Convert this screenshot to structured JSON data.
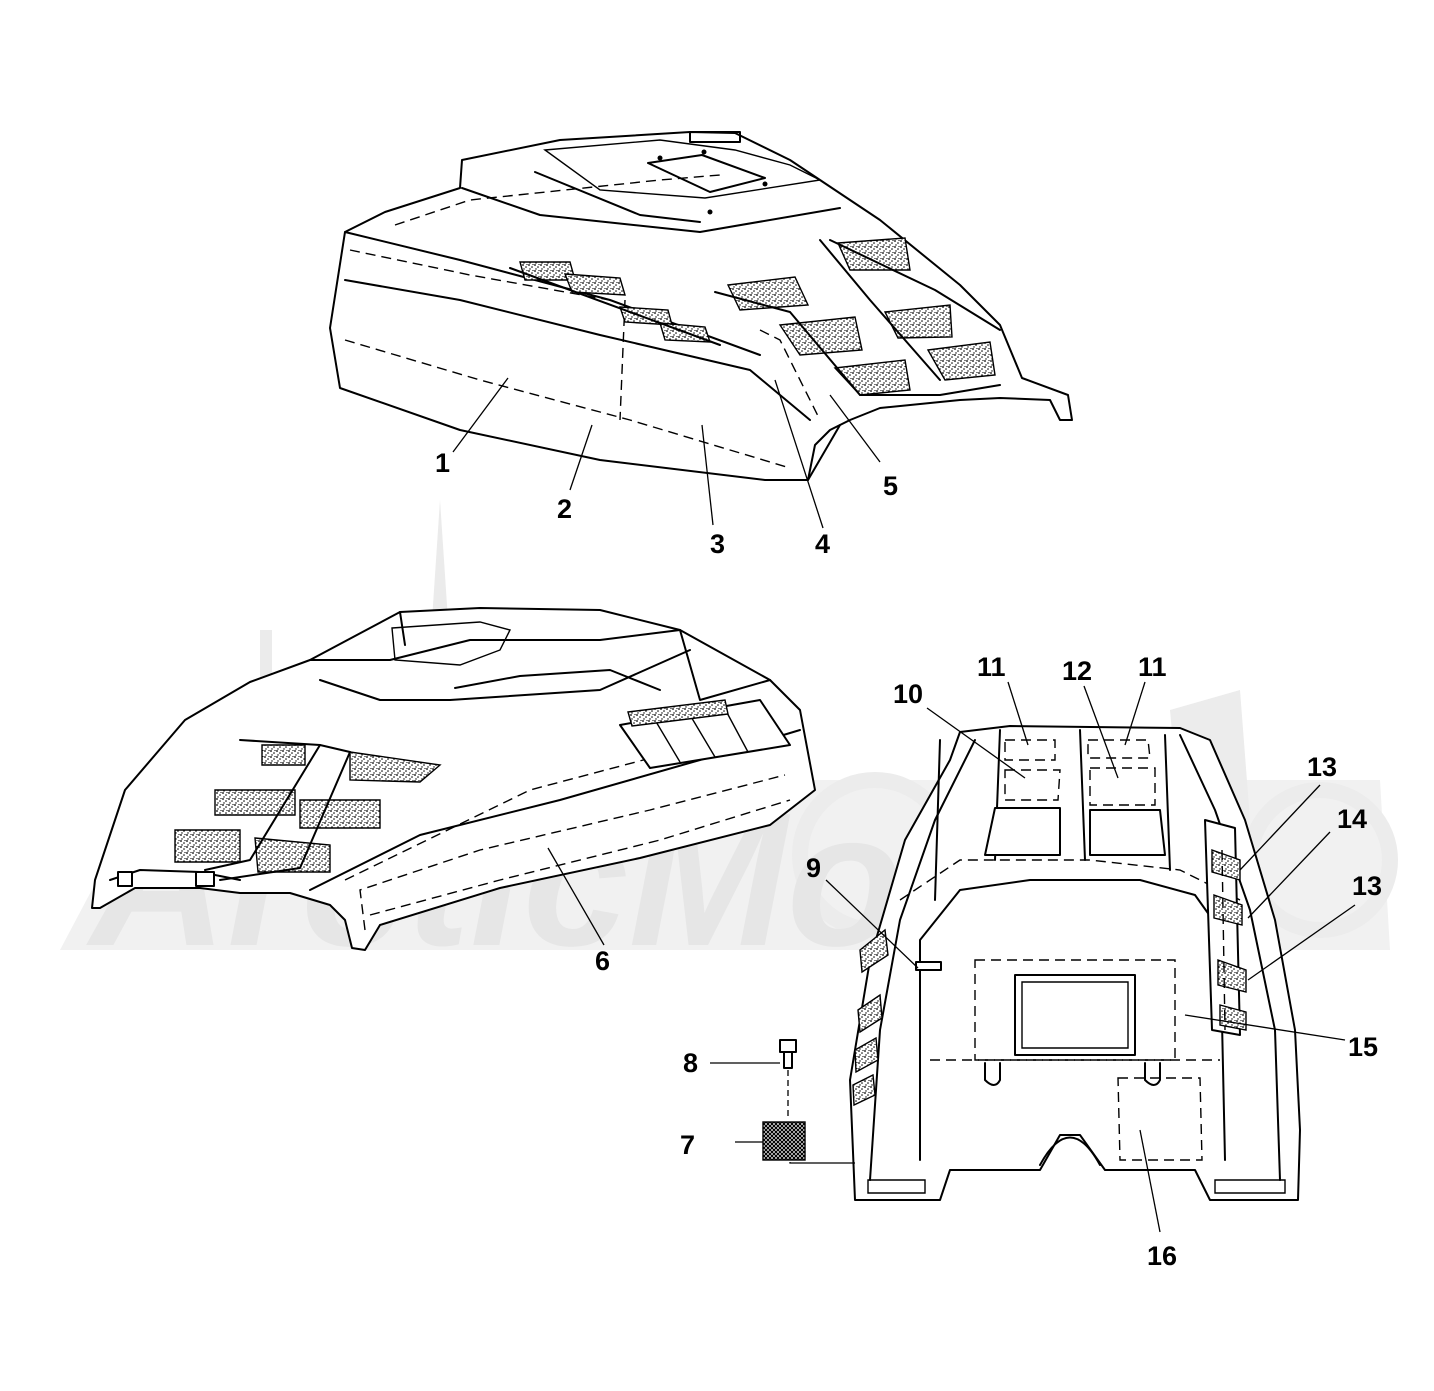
{
  "watermark": {
    "text": "ArcticMoto",
    "color": "#e6e6e6"
  },
  "callouts": {
    "c1": "1",
    "c2": "2",
    "c3": "3",
    "c4": "4",
    "c5": "5",
    "c6": "6",
    "c7": "7",
    "c8": "8",
    "c9": "9",
    "c10": "10",
    "c11a": "11",
    "c11b": "11",
    "c12": "12",
    "c13a": "13",
    "c13b": "13",
    "c14": "14",
    "c15": "15",
    "c16": "16"
  }
}
